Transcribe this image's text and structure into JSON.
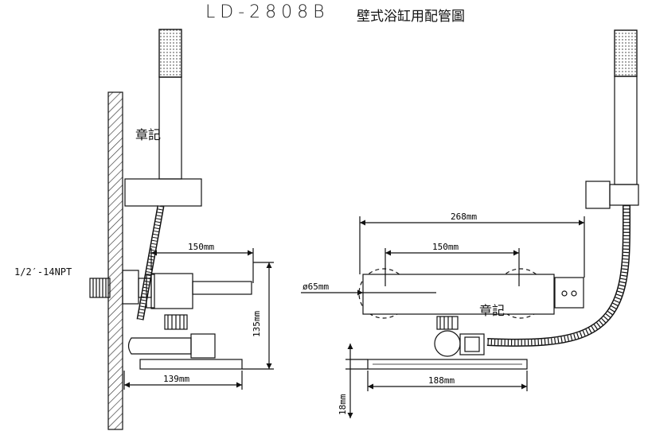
{
  "title": {
    "model": "LD-2808B",
    "description": "壁式浴缸用配管圖"
  },
  "stamp": "章記",
  "thread_label": "1/2′-14NPT",
  "dimensions": {
    "side_width_top": "150mm",
    "side_height": "135mm",
    "side_width_bottom": "139mm",
    "front_total_width": "268mm",
    "front_center_width": "150mm",
    "front_diameter": "ø65mm",
    "front_bottom_width": "188mm",
    "front_height": "18mm"
  },
  "colors": {
    "line": "#111111",
    "hatch": "#333333"
  }
}
